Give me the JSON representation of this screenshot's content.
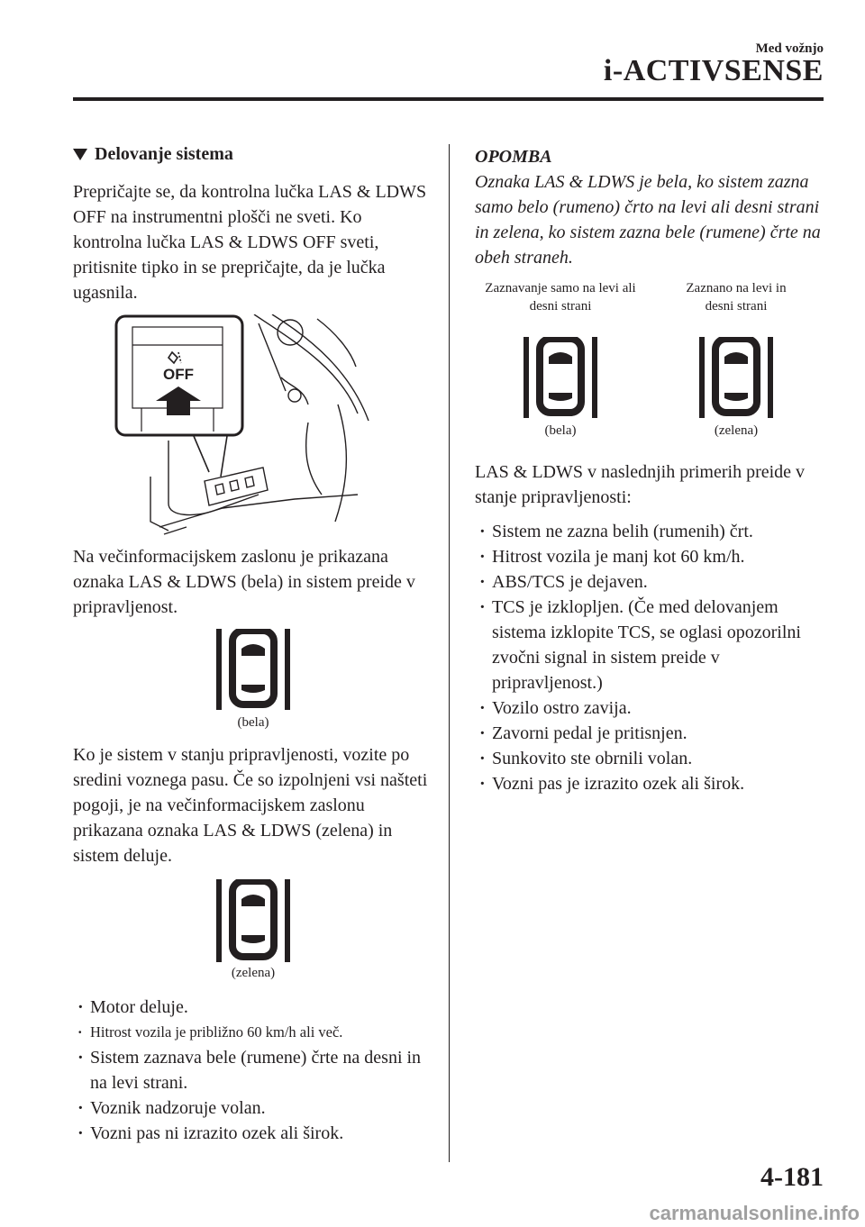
{
  "header": {
    "section": "Med vožnjo",
    "title": "i-ACTIVSENSE"
  },
  "left": {
    "heading": "Delovanje sistema",
    "para1": "Prepričajte se, da kontrolna lučka LAS & LDWS OFF na instrumentni plošči ne sveti. Ko kontrolna lučka LAS & LDWS OFF sveti, pritisnite tipko in se prepričajte, da je lučka ugasnila.",
    "illustration": {
      "button_label": "OFF"
    },
    "para2": "Na večinformacijskem zaslonu je prikazana oznaka LAS & LDWS (bela) in sistem preide v pripravljenost.",
    "caption_white": "(bela)",
    "para3": "Ko je sistem v stanju pripravljenosti, vozite po sredini voznega pasu. Če so izpolnjeni vsi našteti pogoji, je na večinformacijskem zaslonu prikazana oznaka LAS & LDWS (zelena) in sistem deluje.",
    "caption_green": "(zelena)",
    "conditions": [
      "Motor deluje.",
      "Hitrost vozila je približno 60 km/h ali več.",
      "Sistem zaznava bele (rumene) črte na desni in na levi strani.",
      "Voznik nadzoruje volan.",
      "Vozni pas ni izrazito ozek ali širok."
    ]
  },
  "right": {
    "note_title": "OPOMBA",
    "note_body": "Oznaka LAS & LDWS je bela, ko sistem zazna samo belo (rumeno) črto na levi ali desni strani in zelena, ko sistem zazna bele (rumene) črte na obeh straneh.",
    "icon1_label": "Zaznavanje samo na levi ali desni strani",
    "icon2_label": "Zaznano na levi in desni strani",
    "icon1_caption": "(bela)",
    "icon2_caption": "(zelena)",
    "para_standby": "LAS & LDWS v naslednjih primerih preide v stanje pripravljenosti:",
    "standby_conditions": [
      "Sistem ne zazna belih (rumenih) črt.",
      "Hitrost vozila je manj kot 60 km/h.",
      "ABS/TCS je dejaven.",
      "TCS je izklopljen. (Če med delovanjem sistema izklopite TCS, se oglasi opozorilni zvočni signal in sistem preide v pripravljenost.)",
      "Vozilo ostro zavija.",
      "Zavorni pedal je pritisnjen.",
      "Sunkovito ste obrnili volan.",
      "Vozni pas je izrazito ozek ali širok."
    ]
  },
  "footer": {
    "page_number": "4-181",
    "watermark": "carmanualsonline.info"
  }
}
